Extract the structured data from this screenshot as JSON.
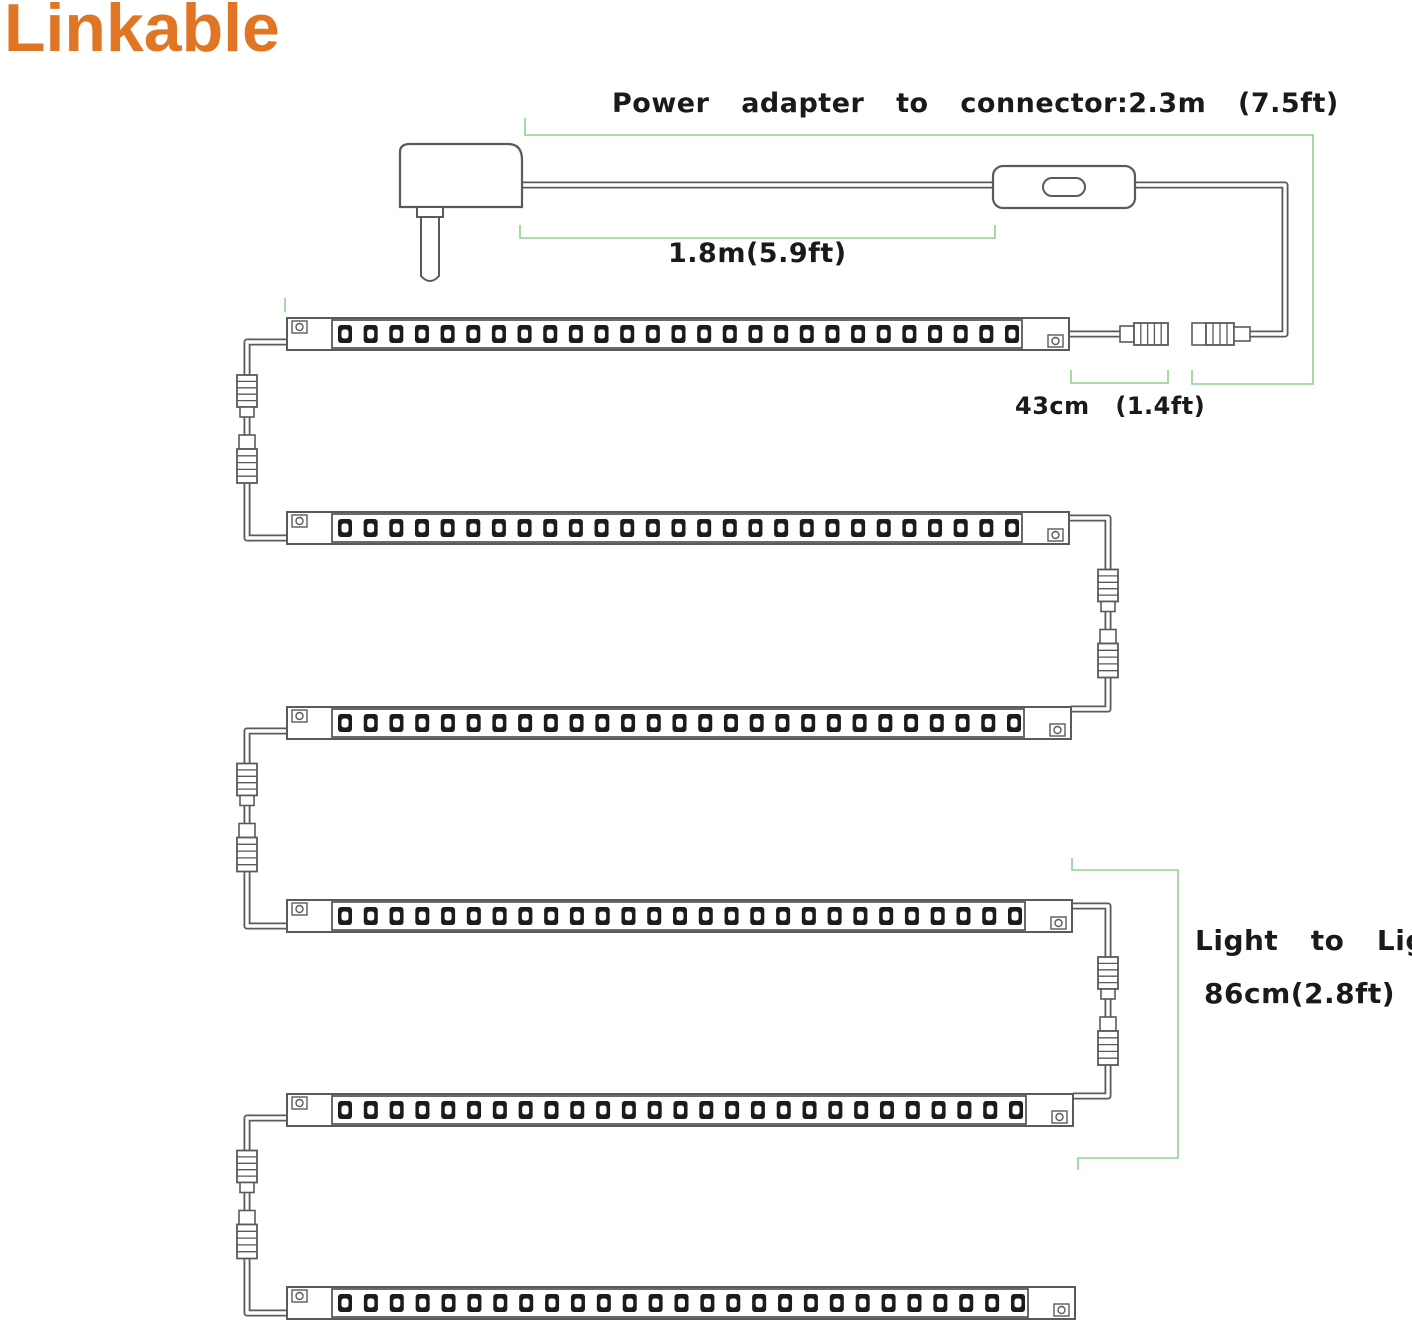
{
  "title": "Linkable",
  "colors": {
    "title": "#e07624",
    "dimension_line": "#8fd08f",
    "outline": "#5a5a5a",
    "led": "#1c1c1c",
    "bar_fill": "#ffffff"
  },
  "labels": {
    "adapter_to_connector": "Power  adapter  to  connector:2.3m  (7.5ft)",
    "adapter_cord": "1.8m(5.9ft)",
    "lead_wire": "43cm  (1.4ft)",
    "light_to_light_label": "Light  to  Light:",
    "light_to_light_value": "86cm(2.8ft)"
  },
  "diagram": {
    "light_bar_count": 6,
    "leds_per_bar": 27,
    "components": [
      "power-adapter",
      "inline-switch",
      "light-bar",
      "connector"
    ]
  }
}
